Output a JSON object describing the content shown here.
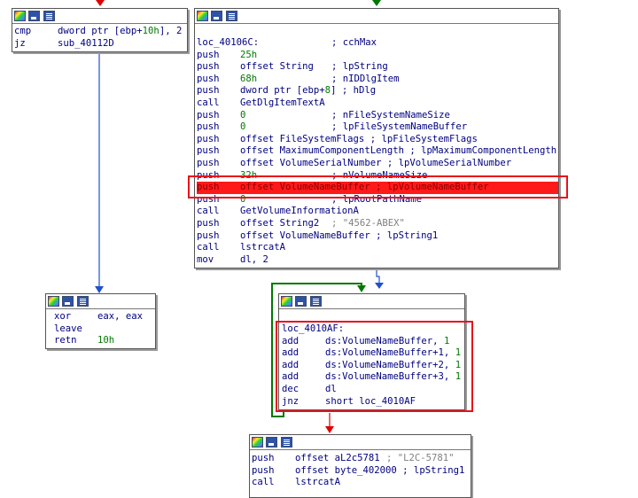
{
  "node_top_left": {
    "lines": [
      {
        "mnemonic": "cmp",
        "operand": "dword ptr [ebp+",
        "number": "10h",
        "operand_after": "], 2"
      },
      {
        "mnemonic": "jz",
        "operand": "sub_40112D"
      }
    ]
  },
  "node_main": {
    "label": "loc_40106C:",
    "label_comment": "; cchMax",
    "lines": [
      {
        "mnemonic": "push",
        "number": "25h"
      },
      {
        "mnemonic": "push",
        "operand": "offset String",
        "comment": "; lpString"
      },
      {
        "mnemonic": "push",
        "number": "68h",
        "comment": "; nIDDlgItem"
      },
      {
        "mnemonic": "push",
        "operand": "dword ptr [ebp+",
        "number": "8",
        "operand_after": "] ; hDlg"
      },
      {
        "mnemonic": "call",
        "operand": "GetDlgItemTextA"
      },
      {
        "mnemonic": "push",
        "number": "0",
        "comment": "; nFileSystemNameSize"
      },
      {
        "mnemonic": "push",
        "number": "0",
        "comment": "; lpFileSystemNameBuffer"
      },
      {
        "mnemonic": "push",
        "operand": "offset FileSystemFlags ; lpFileSystemFlags"
      },
      {
        "mnemonic": "push",
        "operand": "offset MaximumComponentLength ; lpMaximumComponentLength"
      },
      {
        "mnemonic": "push",
        "operand": "offset VolumeSerialNumber ; lpVolumeSerialNumber"
      },
      {
        "mnemonic": "push",
        "number": "32h",
        "comment": "; nVolumeNameSize"
      },
      {
        "mnemonic": "push",
        "operand": "offset VolumeNameBuffer ; lpVolumeNameBuffer",
        "highlight": true
      },
      {
        "mnemonic": "push",
        "number": "0",
        "comment": "; lpRootPathName"
      },
      {
        "mnemonic": "call",
        "operand": "GetVolumeInformationA"
      },
      {
        "mnemonic": "push",
        "operand": "offset String2",
        "comment": "; \"4562-ABEX\""
      },
      {
        "mnemonic": "push",
        "operand": "offset VolumeNameBuffer ; lpString1"
      },
      {
        "mnemonic": "call",
        "operand": "lstrcatA"
      },
      {
        "mnemonic": "mov",
        "operand": "dl, 2"
      }
    ]
  },
  "node_left": {
    "lines": [
      {
        "mnemonic": "xor",
        "operand": "eax, eax"
      },
      {
        "mnemonic": "leave"
      },
      {
        "mnemonic": "retn",
        "number": "10h"
      }
    ]
  },
  "node_loop": {
    "label": "loc_4010AF:",
    "lines": [
      {
        "mnemonic": "add",
        "operand": "ds:VolumeNameBuffer, ",
        "number": "1"
      },
      {
        "mnemonic": "add",
        "operand": "ds:VolumeNameBuffer+1, ",
        "number": "1"
      },
      {
        "mnemonic": "add",
        "operand": "ds:VolumeNameBuffer+2, ",
        "number": "1"
      },
      {
        "mnemonic": "add",
        "operand": "ds:VolumeNameBuffer+3, ",
        "number": "1"
      },
      {
        "mnemonic": "dec",
        "operand": "dl"
      },
      {
        "mnemonic": "jnz",
        "operand": "short loc_4010AF"
      }
    ]
  },
  "node_bottom": {
    "lines": [
      {
        "mnemonic": "push",
        "operand": "offset aL2c5781",
        "comment": "; \"L2C-5781\""
      },
      {
        "mnemonic": "push",
        "operand": "offset byte_402000 ; lpString1"
      },
      {
        "mnemonic": "call",
        "operand": "lstrcatA"
      }
    ]
  },
  "colors": {
    "text": "#000080",
    "number": "#007800",
    "comment": "#808080",
    "highlight": "#ff1a1a",
    "annotation_box": "#e8101a",
    "edge_false": "#e00000",
    "edge_true": "#007800",
    "edge_normal": "#2050d0"
  }
}
